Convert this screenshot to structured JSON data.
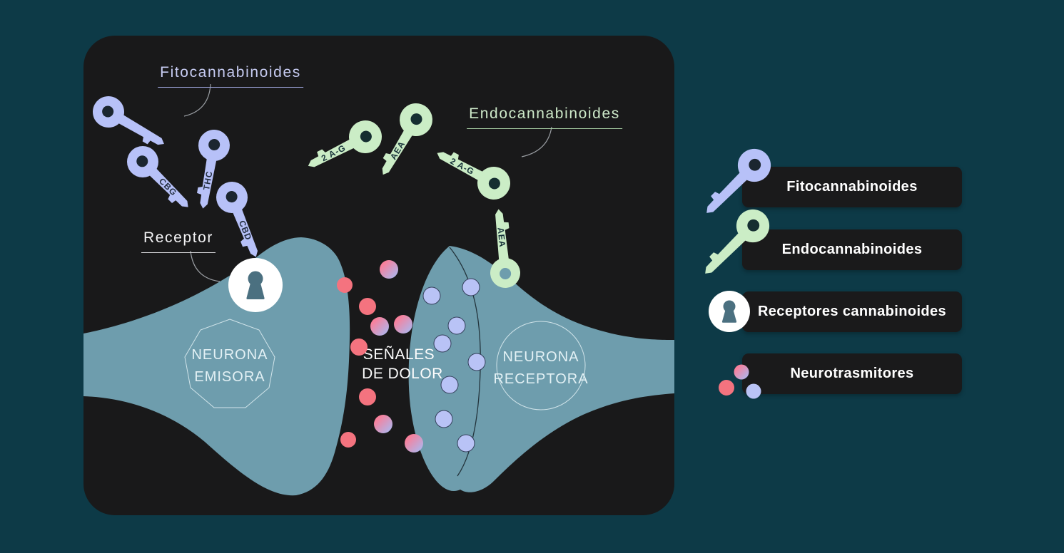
{
  "diagram": {
    "label_fito": "Fitocannabinoides",
    "label_endo": "Endocannabinoides",
    "label_receptor": "Receptor",
    "emitter_neuron": {
      "line1": "NEURONA",
      "line2": "EMISORA"
    },
    "receiver_neuron": {
      "line1": "NEURONA",
      "line2": "RECEPTORA"
    },
    "pain_signals": {
      "line1": "SEÑALES",
      "line2": "DE DOLOR"
    },
    "key_labels": {
      "cbg": "CBG",
      "thc": "THC",
      "cbd": "CBD",
      "ag1": "2 A-G",
      "aea1": "AEA",
      "ag2": "2 A-G",
      "aea2": "AEA"
    }
  },
  "legend": {
    "items": [
      {
        "label": "Fitocannabinoides",
        "icon": "phytocannabinoid-key-icon"
      },
      {
        "label": "Endocannabinoides",
        "icon": "endocannabinoid-key-icon"
      },
      {
        "label": "Receptores cannabinoides",
        "icon": "cannabinoid-receptor-keyhole-icon"
      },
      {
        "label": "Neurotrasmitores",
        "icon": "neurotransmitter-dots-icon"
      }
    ]
  },
  "colors": {
    "background": "#0d3a47",
    "panel": "#19191a",
    "neuron": "#6e9dad",
    "phyto_key": "#b7c1f8",
    "endo_key": "#cbedc6",
    "red_dot": "#f4737f",
    "lavender_dot": "#b9c3f6",
    "keyhole": "#4b7080",
    "label_fito": "#c6cbf1",
    "label_endo": "#cde9c9"
  }
}
